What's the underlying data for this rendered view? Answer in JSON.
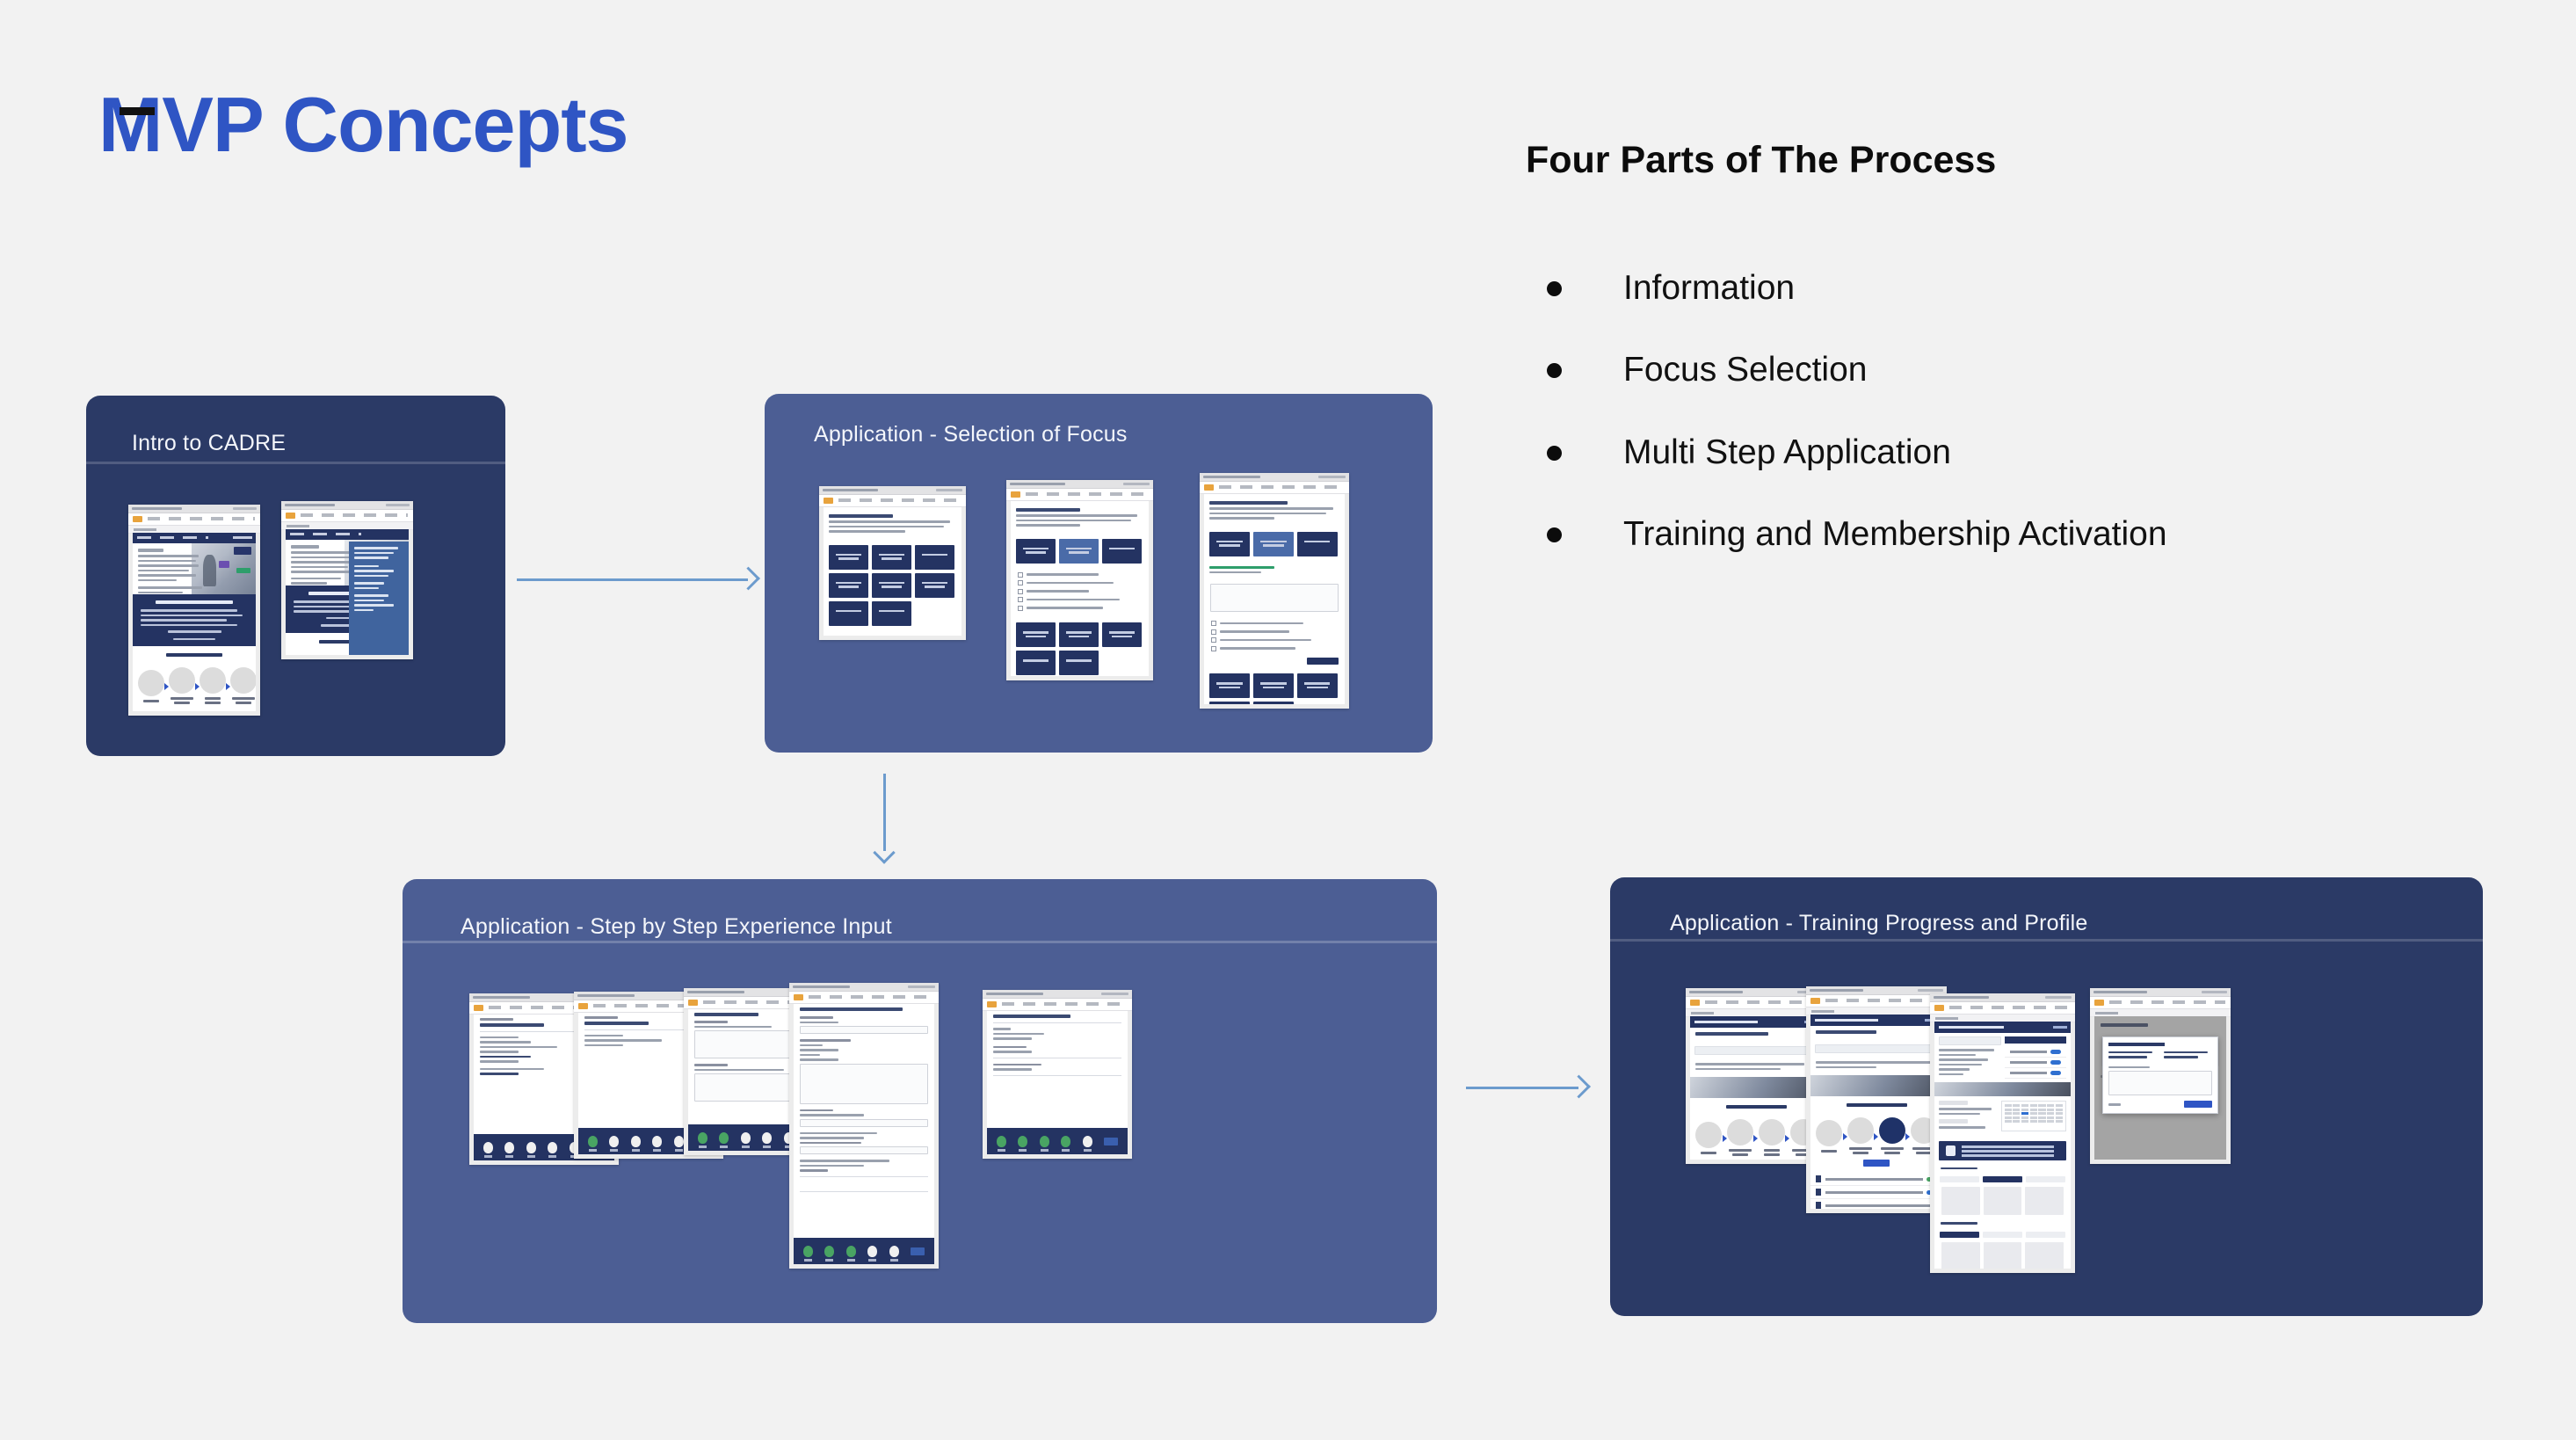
{
  "slide": {
    "background_color": "#f2f2f2",
    "title": "MVP Concepts",
    "title_color": "#2f55c4"
  },
  "process_panel": {
    "heading": "Four Parts of The Process",
    "items": [
      {
        "label": "Information"
      },
      {
        "label": "Focus Selection"
      },
      {
        "label": "Multi Step Application"
      },
      {
        "label": "Training and Membership Activation"
      }
    ]
  },
  "cards": [
    {
      "id": "intro",
      "title": "Intro to CADRE",
      "background_color": "#2b3a66",
      "screens": 2
    },
    {
      "id": "focus",
      "title": "Application - Selection of Focus",
      "background_color": "#4c5e94",
      "screens": 3
    },
    {
      "id": "steps",
      "title": "Application - Step by Step Experience Input",
      "background_color": "#4c5e94",
      "screens": 5
    },
    {
      "id": "training",
      "title": "Application - Training Progress and Profile",
      "background_color": "#2b3a66",
      "screens": 4
    }
  ],
  "connectors": [
    {
      "id": "intro-to-focus",
      "direction": "right"
    },
    {
      "id": "focus-to-steps",
      "direction": "down"
    },
    {
      "id": "steps-to-training",
      "direction": "right"
    }
  ],
  "colors": {
    "accent_blue": "#2f55c4",
    "card_dark": "#2b3a66",
    "card_light": "#4c5e94",
    "arrow": "#6c9bcd",
    "navy_ui": "#243362",
    "green_step": "#49a463"
  }
}
